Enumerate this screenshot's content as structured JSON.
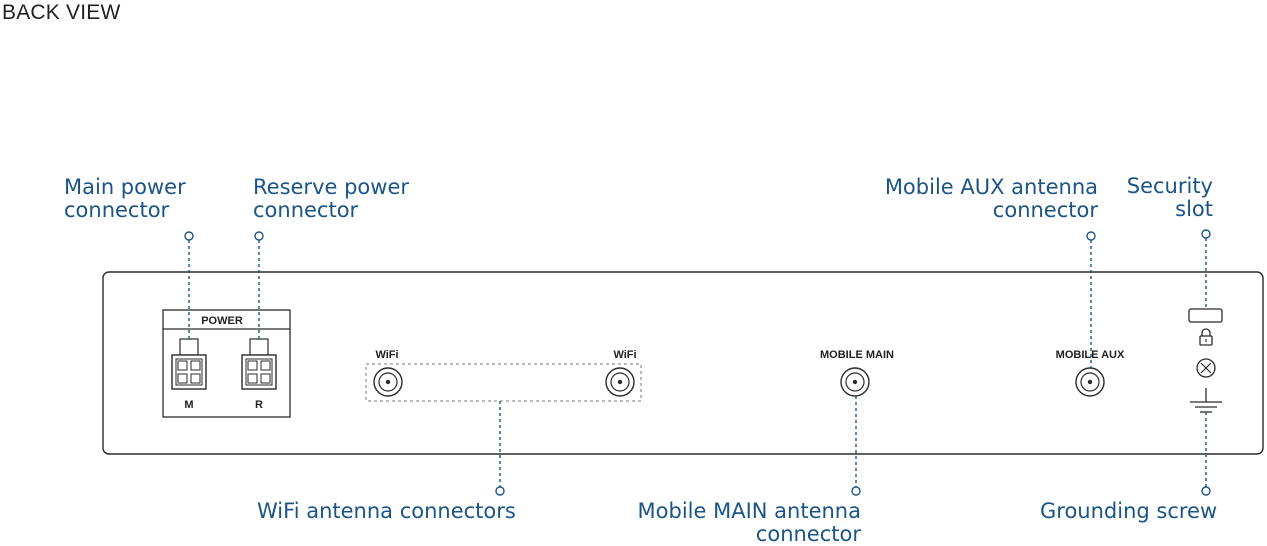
{
  "page": {
    "title": "BACK VIEW"
  },
  "callouts": {
    "main_power": "Main power\nconnector",
    "reserve_power": "Reserve power\nconnector",
    "mobile_aux": "Mobile AUX antenna\nconnector",
    "security_slot": "Security\nslot",
    "wifi_antennas": "WiFi antenna connectors",
    "mobile_main": "Mobile MAIN antenna\nconnector",
    "grounding": "Grounding screw"
  },
  "panel": {
    "power_label": "POWER",
    "power_main_label": "M",
    "power_reserve_label": "R",
    "wifi_left_label": "WiFi",
    "wifi_right_label": "WiFi",
    "mobile_main_label": "MOBILE MAIN",
    "mobile_aux_label": "MOBILE AUX"
  },
  "colors": {
    "callout": "#1a5585",
    "outline": "#2b2b2b"
  }
}
